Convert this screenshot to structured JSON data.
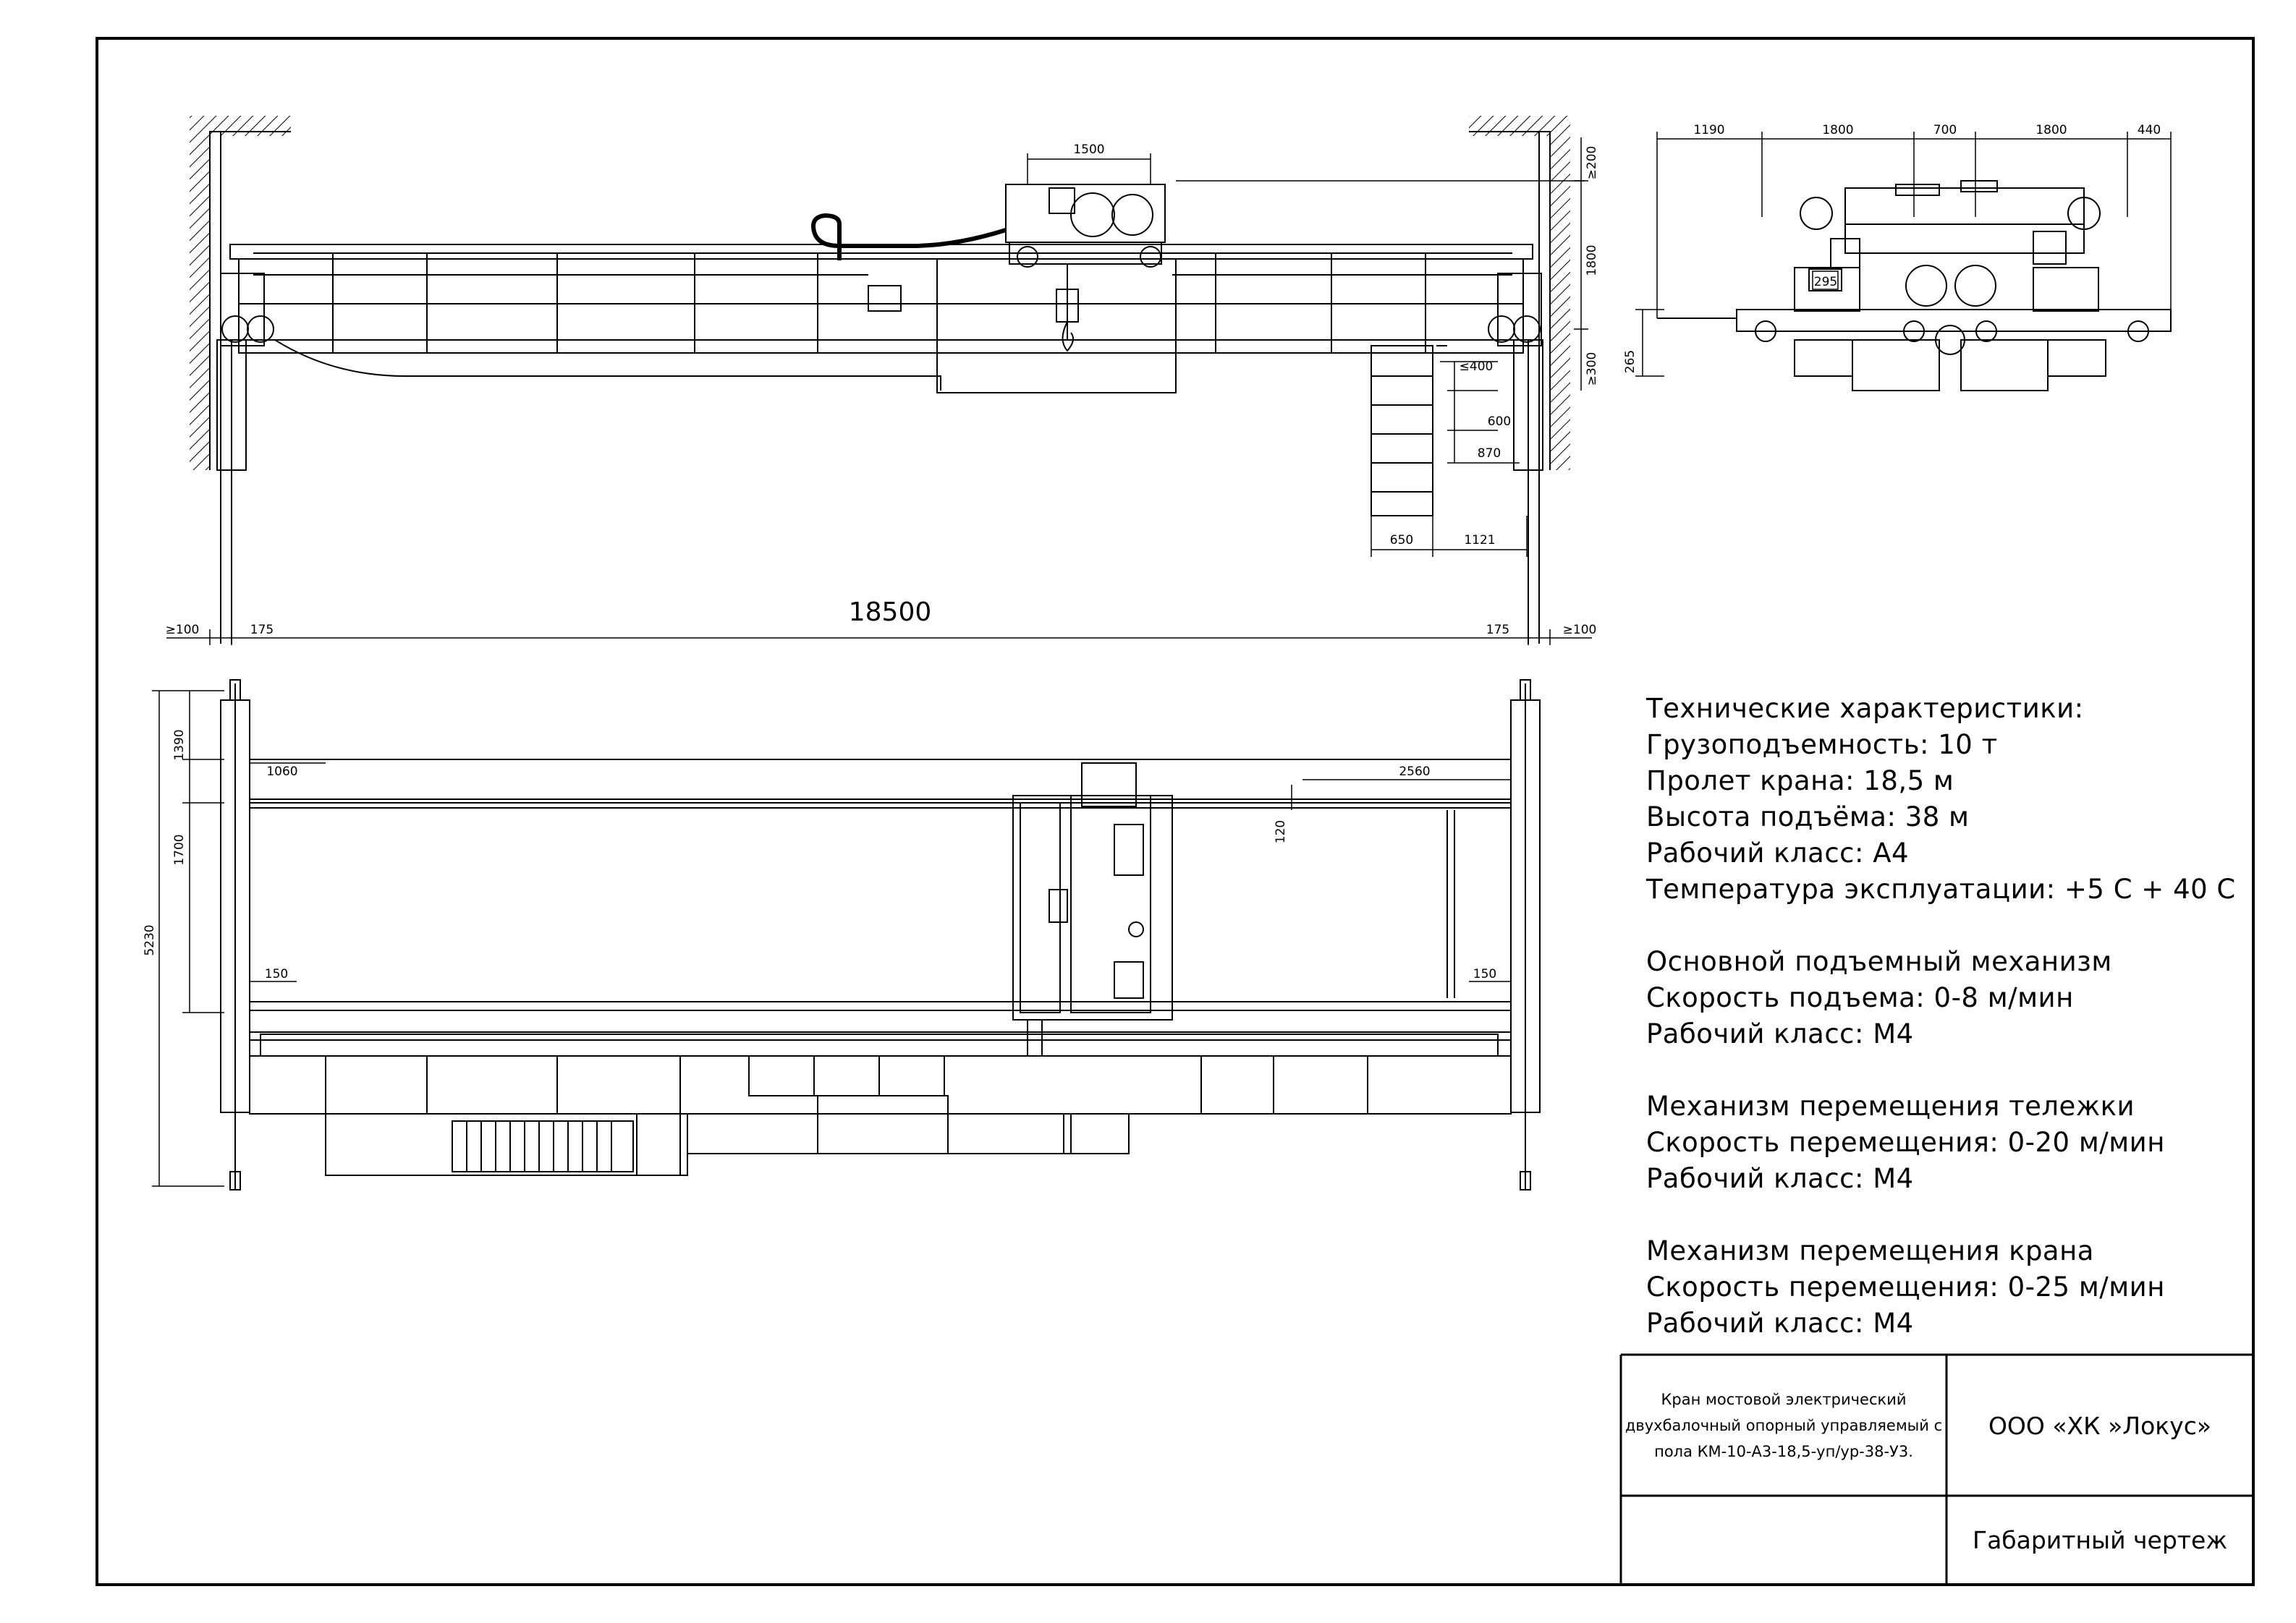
{
  "dimensions_side_view": {
    "trolley_wheelbase": "1500",
    "clearance_top": "≥200",
    "height": "1800",
    "clearance_bottom": "≥300",
    "walkway_offset": "≤400",
    "ladder_offset_1": "600",
    "ladder_offset_2": "870",
    "ladder_width": "650",
    "ladder_position": "1121",
    "span": "18500",
    "left_clearance": "≥100",
    "left_rail_offset": "175",
    "right_rail_offset": "175",
    "right_clearance": "≥100"
  },
  "dimensions_end_view": {
    "seg_1": "1190",
    "seg_2": "1800",
    "seg_3": "700",
    "seg_4": "1800",
    "seg_5": "440",
    "small": "295",
    "rail_height": "265"
  },
  "dimensions_plan_view": {
    "end_upper": "1390",
    "between_girders": "1700",
    "total_width": "5230",
    "left_stop": "1060",
    "right_stop": "2560",
    "stop_offset": "120",
    "left_buffer": "150",
    "right_buffer": "150"
  },
  "specs": {
    "heading": "Технические характеристики:",
    "capacity": "Грузоподъемность: 10 т",
    "span": "Пролет крана: 18,5 м",
    "lift_height": "Высота подъёма: 38 м",
    "duty_class": "Рабочий класс: А4",
    "temperature": "Температура эксплуатации: +5 С + 40 С",
    "hoist_heading": "Основной подъемный механизм",
    "hoist_speed": "Скорость подъема:  0-8 м/мин",
    "hoist_class": "Рабочий класс: М4",
    "trolley_heading": "Механизм перемещения тележки",
    "trolley_speed": "Скорость перемещения: 0-20 м/мин",
    "trolley_class": "Рабочий класс: М4",
    "crane_heading": "Механизм перемещения крана",
    "crane_speed": "Скорость перемещения: 0-25 м/мин",
    "crane_class": "Рабочий класс: М4"
  },
  "title_block": {
    "product_line1": "Кран мостовой электрический",
    "product_line2": "двухбалочный опорный управляемый с",
    "product_line3": "пола КМ-10-А3-18,5-уп/ур-38-У3.",
    "company": "ООО «ХК »Локус»",
    "drawing_type": "Габаритный чертеж"
  }
}
